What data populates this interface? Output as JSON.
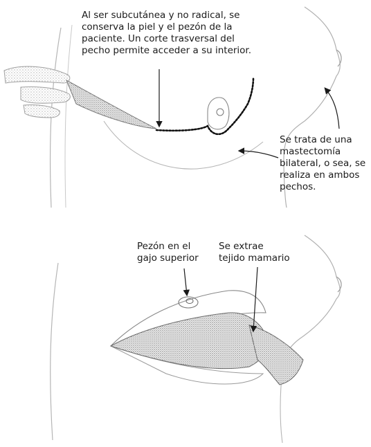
{
  "top_panel": {
    "incision_note": [
      "Al ser subcutánea y no radical, se",
      "conserva la piel y el pezón de la",
      "paciente. Un corte trasversal del",
      "pecho permite acceder a su interior."
    ],
    "bilateral_note": [
      "Se trata de una",
      "mastectomía",
      "bilateral, o sea, se",
      "realiza en ambos",
      "pechos."
    ]
  },
  "bottom_panel": {
    "nipple_label": [
      "Pezón en el",
      "gajo superior"
    ],
    "tissue_label": [
      "Se extrae",
      "tejido mamario"
    ]
  }
}
